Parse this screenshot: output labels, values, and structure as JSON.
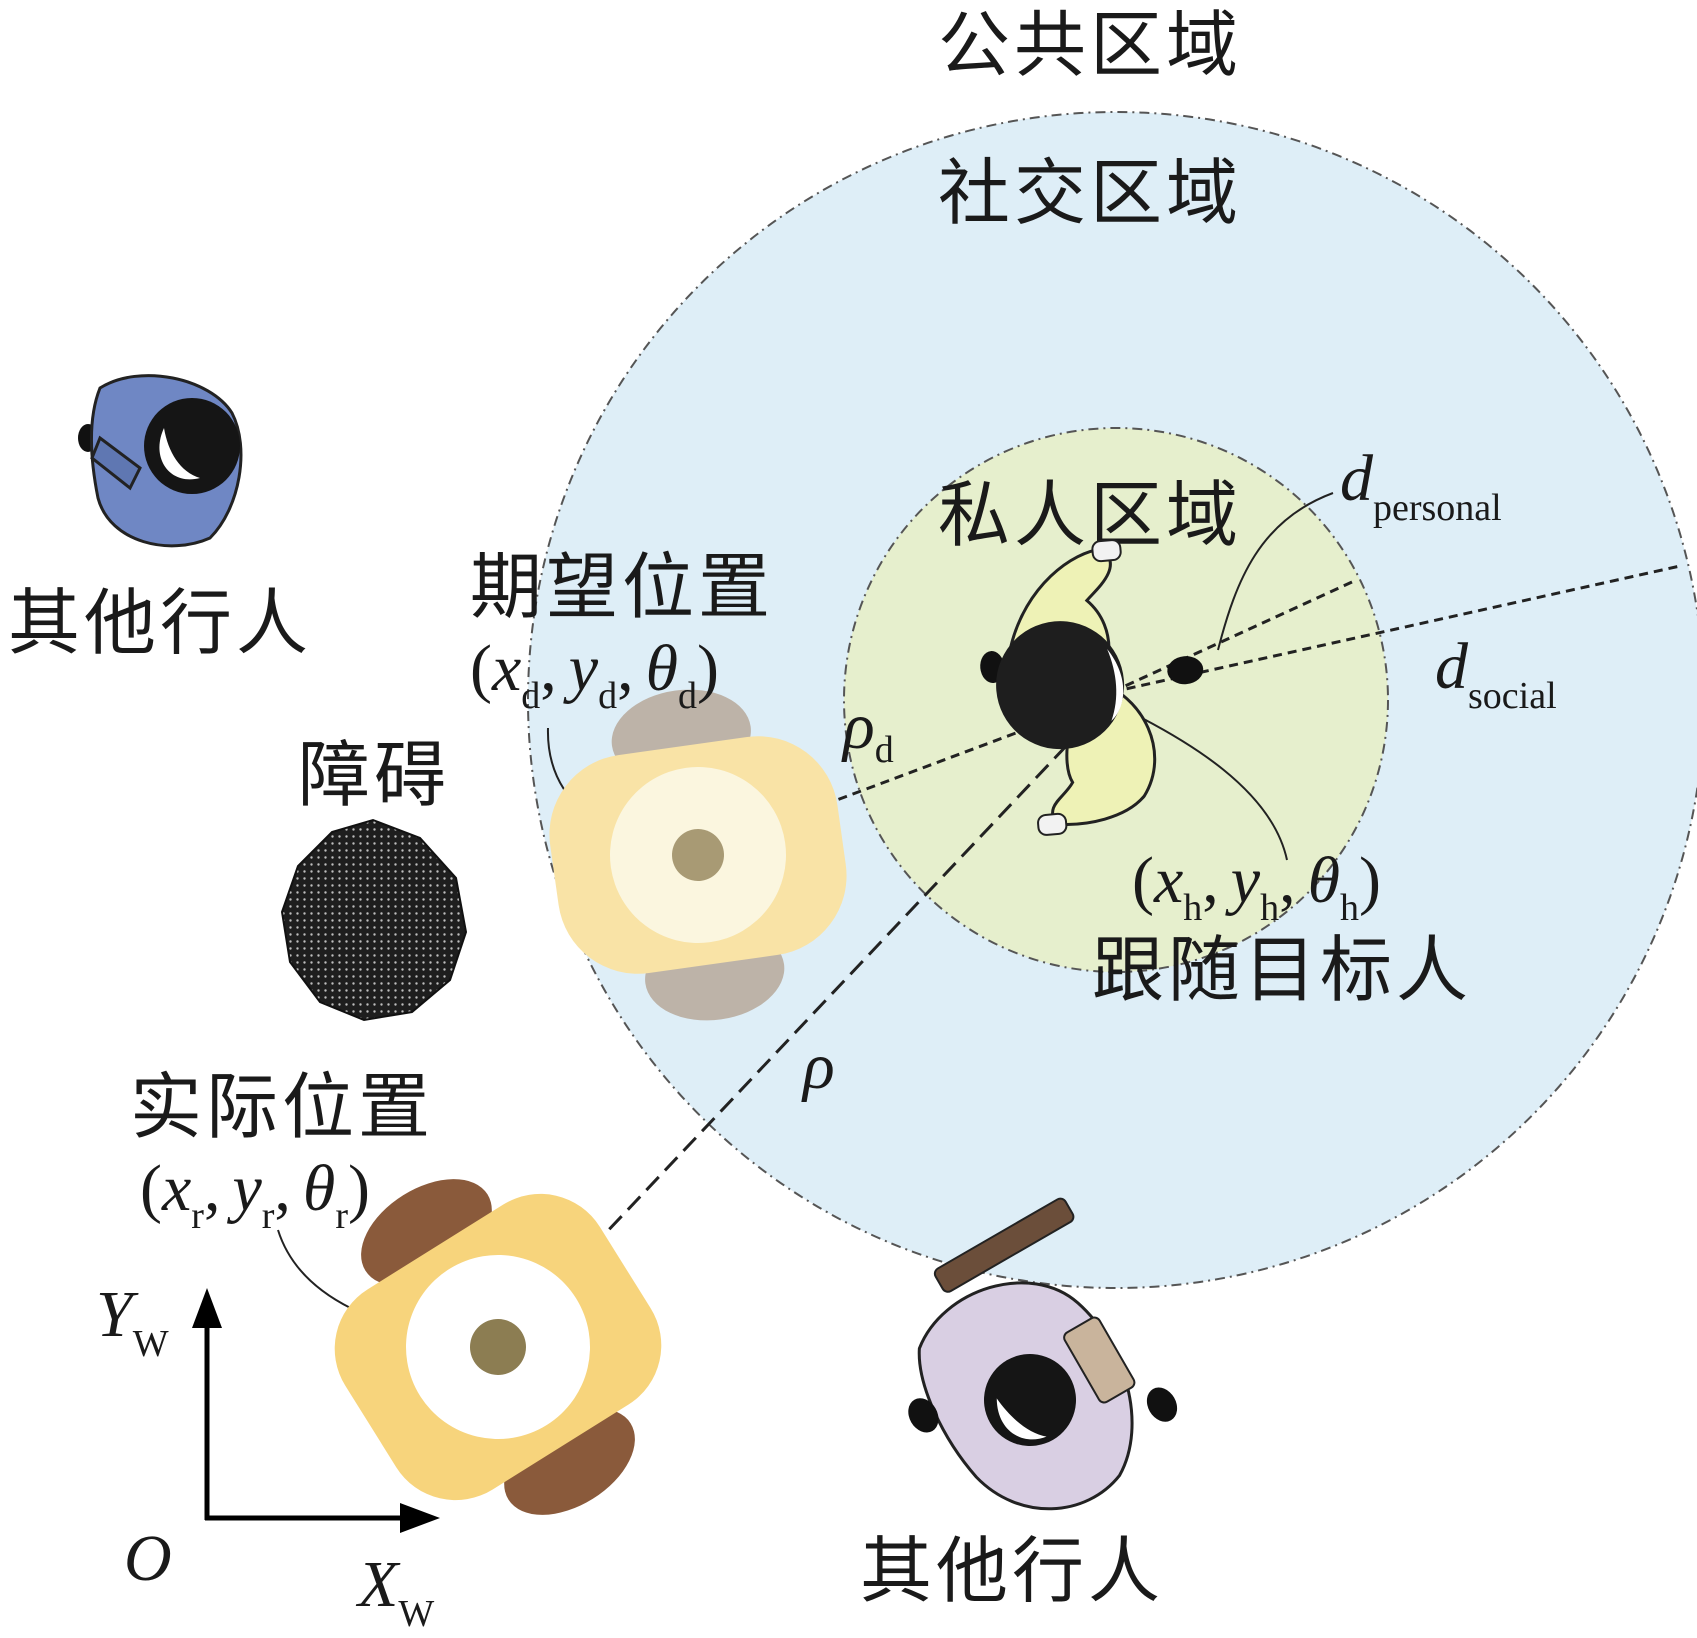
{
  "zones": {
    "public": "公共区域",
    "social": "社交区域",
    "personal": "私人区域"
  },
  "labels": {
    "other_pedestrian_left": "其他行人",
    "other_pedestrian_bottom": "其他行人",
    "obstacle": "障碍",
    "desired_position": "期望位置",
    "actual_position": "实际位置",
    "target_person": "跟随目标人"
  },
  "math": {
    "d_symbol": "d",
    "d_personal_sub": "personal",
    "d_social_sub": "social",
    "rho": "ρ",
    "rho_d_sub": "d",
    "desired_tuple": {
      "x": "x",
      "x_sub": "d",
      "y": "y",
      "y_sub": "d",
      "theta": "θ",
      "theta_sub": "d"
    },
    "actual_tuple": {
      "x": "x",
      "x_sub": "r",
      "y": "y",
      "y_sub": "r",
      "theta": "θ",
      "theta_sub": "r"
    },
    "target_tuple": {
      "x": "x",
      "x_sub": "h",
      "y": "y",
      "y_sub": "h",
      "theta": "θ",
      "theta_sub": "h"
    },
    "axis_y": "Y",
    "axis_y_sub": "W",
    "axis_x": "X",
    "axis_x_sub": "W",
    "origin": "O",
    "open_paren": "(",
    "close_paren": ")",
    "comma": ","
  },
  "colors": {
    "social_zone": "#deeef7",
    "personal_zone": "#e6efcd",
    "robot_body": "#f7d47c",
    "robot_body_faded": "#f9e3a6",
    "robot_wheel": "#8a5a3b",
    "robot_wheel_faded": "#bdb3a8",
    "obstacle": "#2a2a2a",
    "ped_left": "#6f87c4",
    "ped_bottom": "#d9cfe3",
    "ped_target": "#eef2b6"
  }
}
